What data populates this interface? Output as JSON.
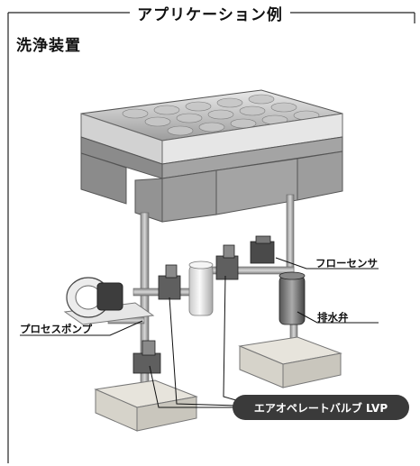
{
  "header": {
    "title": "アプリケーション例"
  },
  "main": {
    "subtitle": "洗浄装置"
  },
  "labels": {
    "flow_sensor": "フローセンサ",
    "drain_valve": "排水弁",
    "process_pump": "プロセスポンプ",
    "air_valve": "エアオペレートバルブ LVP"
  }
}
